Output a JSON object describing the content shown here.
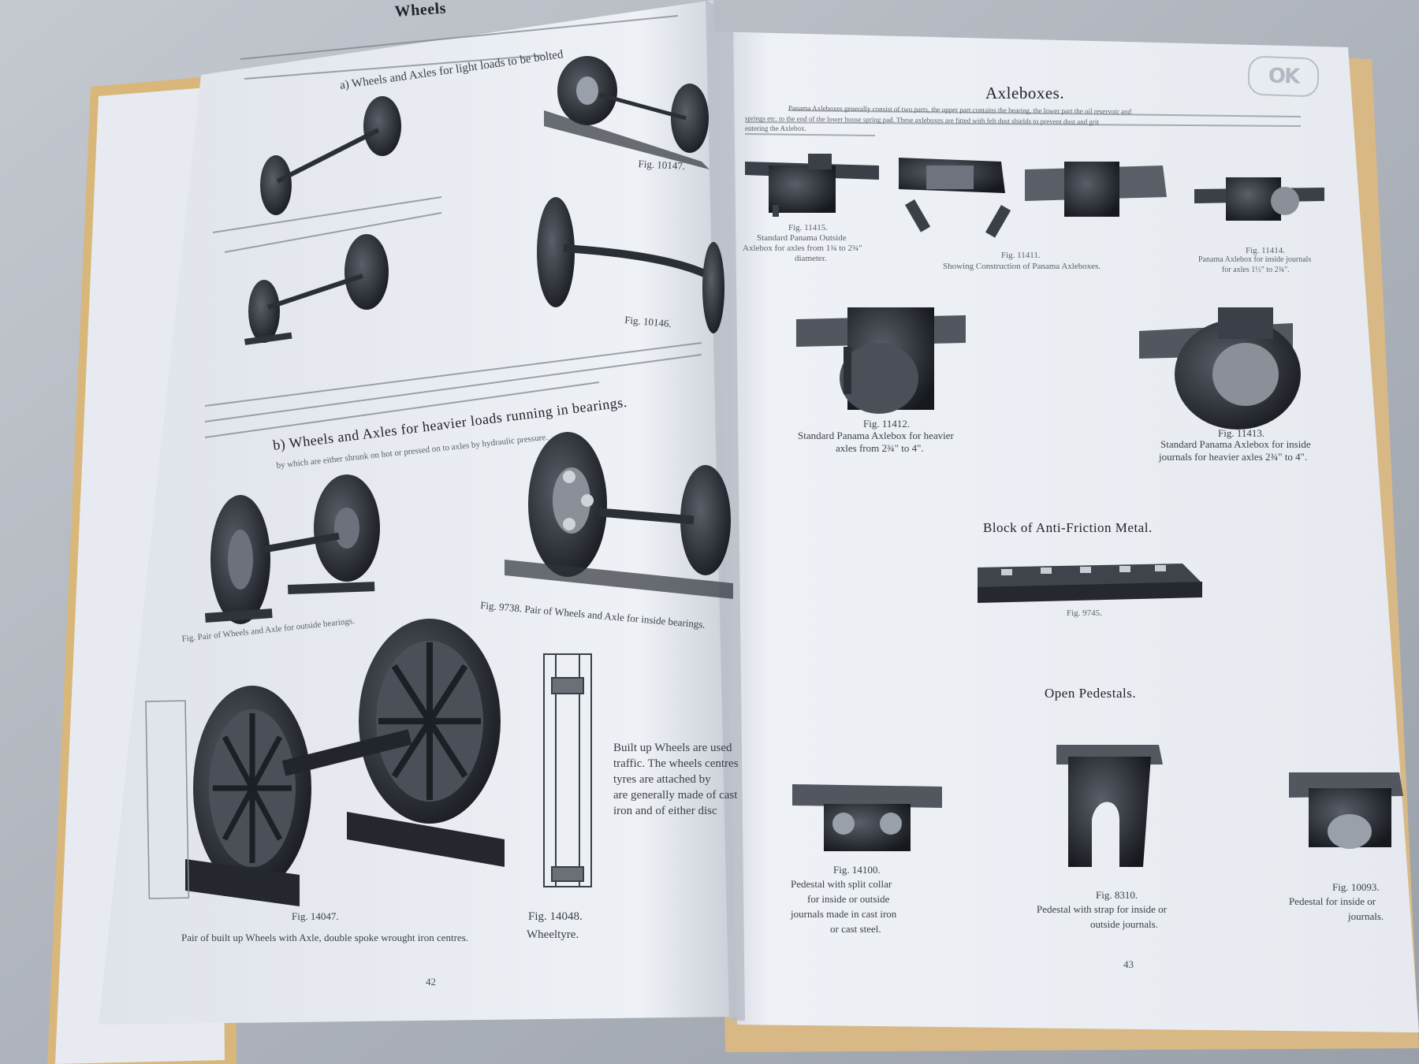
{
  "left_page": {
    "heading_top": "Wheels",
    "section_a": "a) Wheels and Axles for light loads to be bolted",
    "section_b": "b) Wheels and Axles for heavier loads running in bearings.",
    "section_b_sub": "by which are either shrunk on hot or pressed on to axles by hydraulic pressure.",
    "figures": {
      "f10147": "Fig. 10147.",
      "f10146": "Fig. 10146.",
      "f9738": "Fig. 9738.   Pair of Wheels and Axle for inside bearings.",
      "f_outside": "Fig.       Pair of Wheels and Axle for outside bearings.",
      "f14047": "Fig. 14047.",
      "f14048": "Fig. 14048.",
      "wheeltyre": "Wheeltyre.",
      "pair_built_up": "Pair of built up Wheels with Axle, double spoke wrought iron centres."
    },
    "built_up_text": [
      "Built up Wheels are used",
      "traffic. The wheels centres",
      "tyres are attached by",
      "are generally made of cast",
      "iron and of either disc"
    ],
    "page_number": "42"
  },
  "right_page": {
    "title": "Axleboxes.",
    "intro": [
      "Panama Axleboxes generally consist of two parts, the upper part contains the bearing, the lower part the oil reservoir and",
      "springs etc. to the end of the lower house spring pad. These axleboxes are fitted with felt dust shields to prevent dust and grit",
      "entering the Axlebox."
    ],
    "figures": {
      "f11415": "Fig. 11415.",
      "f11415_desc": [
        "Standard Panama Outside",
        "Axlebox for axles from 1¾ to 2¾\"",
        "diameter."
      ],
      "f11411": "Fig. 11411.",
      "f11411_desc": "Showing Construction of Panama Axleboxes.",
      "f11414": "Fig. 11414.",
      "f11414_desc": [
        "Panama Axlebox for inside journals",
        "for axles 1½\" to 2¾\"."
      ],
      "f11412": "Fig. 11412.",
      "f11412_desc": [
        "Standard Panama Axlebox for heavier",
        "axles from 2¾\" to 4\"."
      ],
      "f11413": "Fig. 11413.",
      "f11413_desc": [
        "Standard Panama Axlebox for inside",
        "journals for heavier axles 2¾\" to 4\"."
      ],
      "f9745": "Fig. 9745.",
      "f14100": "Fig. 14100.",
      "f14100_desc": [
        "Pedestal with split collar",
        "for inside or outside",
        "journals made in cast iron",
        "or cast steel."
      ],
      "f8310": "Fig. 8310.",
      "f8310_desc": [
        "Pedestal with strap for inside or",
        "outside journals."
      ],
      "f10093": "Fig. 10093.",
      "f10093_desc": [
        "Pedestal for inside or",
        "journals."
      ]
    },
    "block_heading": "Block of Anti-Friction Metal.",
    "pedestals_heading": "Open Pedestals.",
    "logo": "OK",
    "page_number": "43"
  },
  "colors": {
    "table": "#a9aeb6",
    "paper": "#e9edf3",
    "cover_edge": "#d9b77a",
    "ink": "#2b2f36"
  }
}
